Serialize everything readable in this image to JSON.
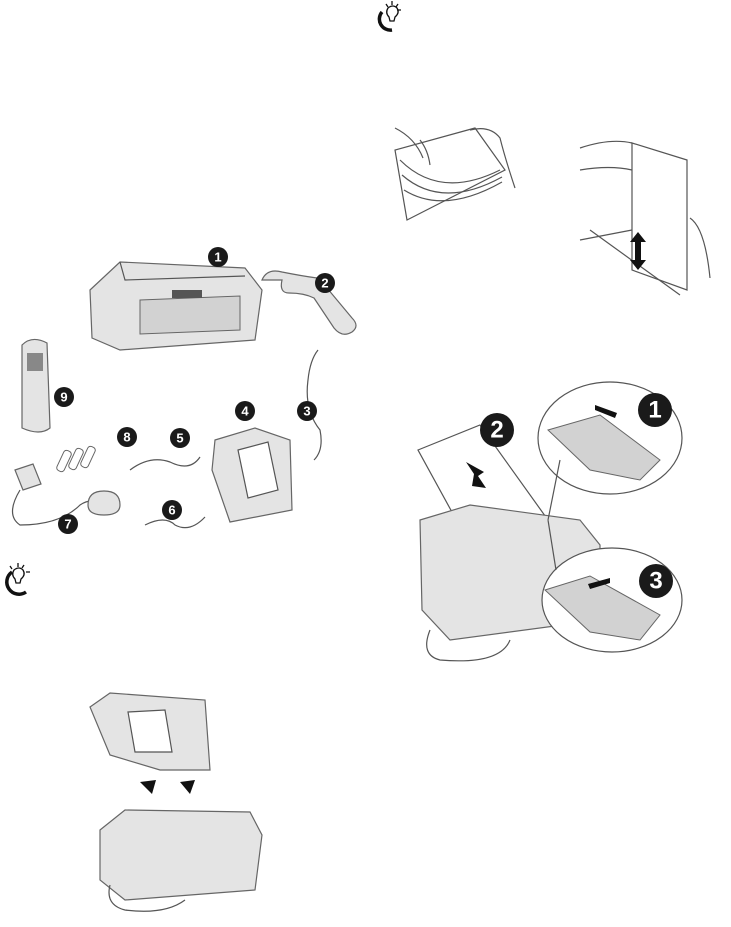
{
  "icons": [
    "tip-lightbulb-icon",
    "tip-lightbulb-icon"
  ],
  "parts_figure": {
    "callouts": [
      "1",
      "2",
      "3",
      "4",
      "5",
      "6",
      "7",
      "8",
      "9"
    ]
  },
  "paper_figure": {
    "callouts": [
      "1",
      "2",
      "3"
    ]
  }
}
